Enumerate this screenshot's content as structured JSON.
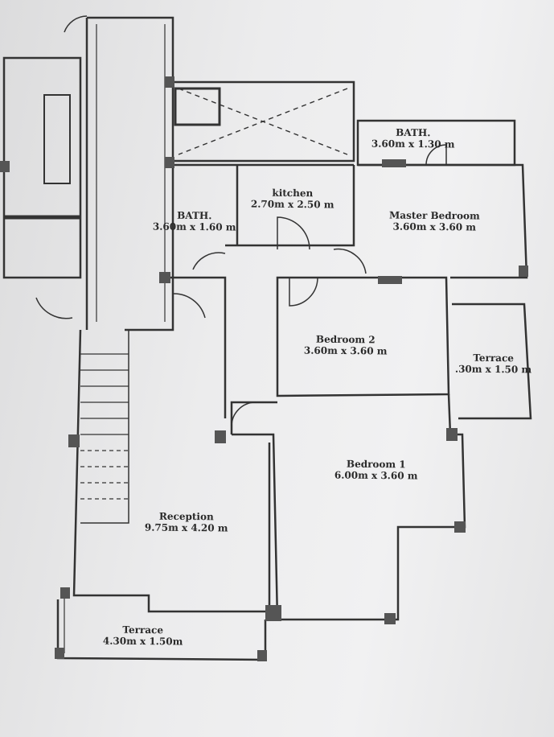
{
  "rooms": [
    {
      "id": "bath-top",
      "name": "BATH.",
      "size": "3.60m x 1.30 m"
    },
    {
      "id": "kitchen",
      "name": "kitchen",
      "size": "2.70m x 2.50 m"
    },
    {
      "id": "bath-left",
      "name": "BATH.",
      "size": "3.60m x 1.60 m"
    },
    {
      "id": "master-bedroom",
      "name": "Master  Bedroom",
      "size": "3.60m x 3.60 m"
    },
    {
      "id": "bedroom-2",
      "name": "Bedroom 2",
      "size": "3.60m x 3.60 m"
    },
    {
      "id": "terrace-right",
      "name": "Terrace",
      "size": ".30m x 1.50 m"
    },
    {
      "id": "bedroom-1",
      "name": "Bedroom 1",
      "size": "6.00m x 3.60 m"
    },
    {
      "id": "reception",
      "name": "Reception",
      "size": "9.75m x 4.20 m"
    },
    {
      "id": "terrace-bottom",
      "name": "Terrace",
      "size": "4.30m x 1.50m"
    }
  ]
}
